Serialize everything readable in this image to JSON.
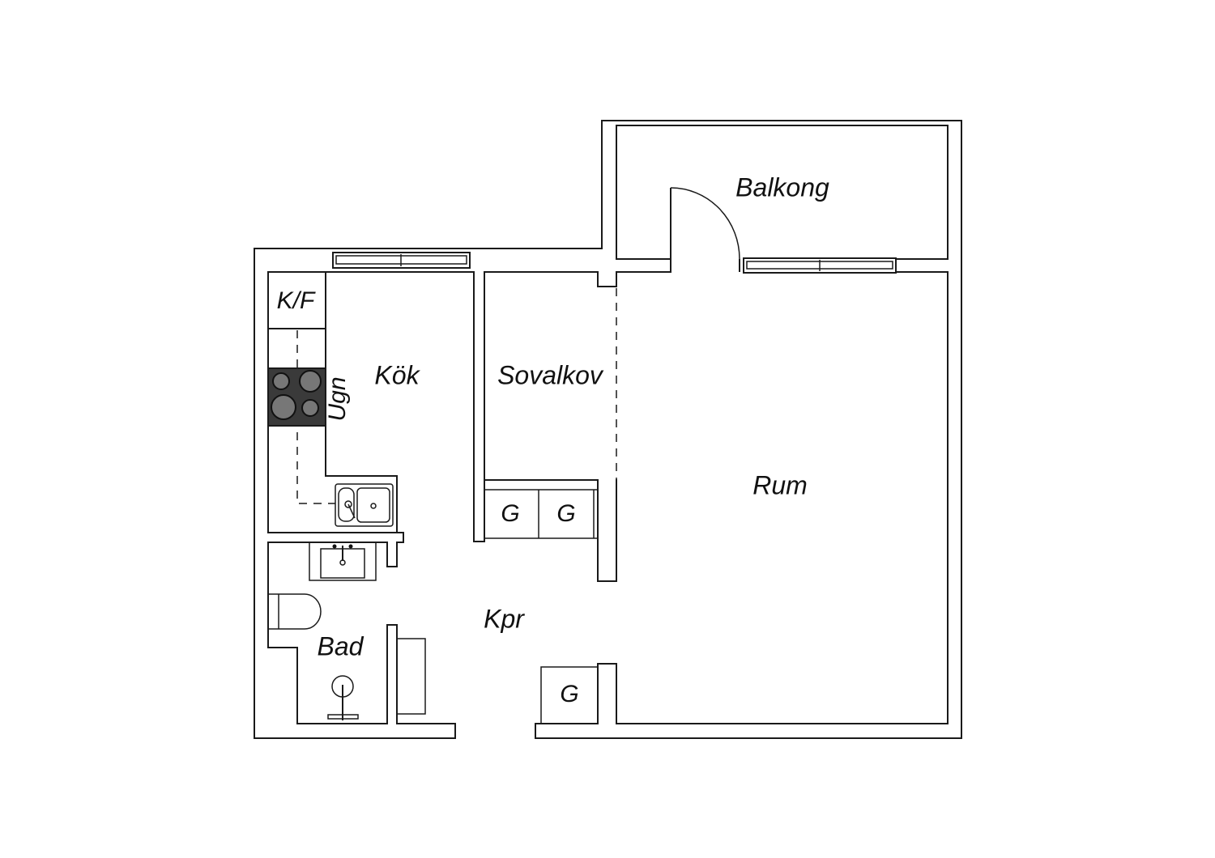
{
  "floorplan": {
    "rooms": {
      "balcony": "Balkong",
      "kitchen": "Kök",
      "sleeping_alcove": "Sovalkov",
      "living_room": "Rum",
      "hallway": "Kpr",
      "bathroom": "Bad"
    },
    "fixtures": {
      "fridge_freezer": "K/F",
      "oven": "Ugn",
      "closet_1": "G",
      "closet_2": "G",
      "closet_3": "G"
    }
  }
}
